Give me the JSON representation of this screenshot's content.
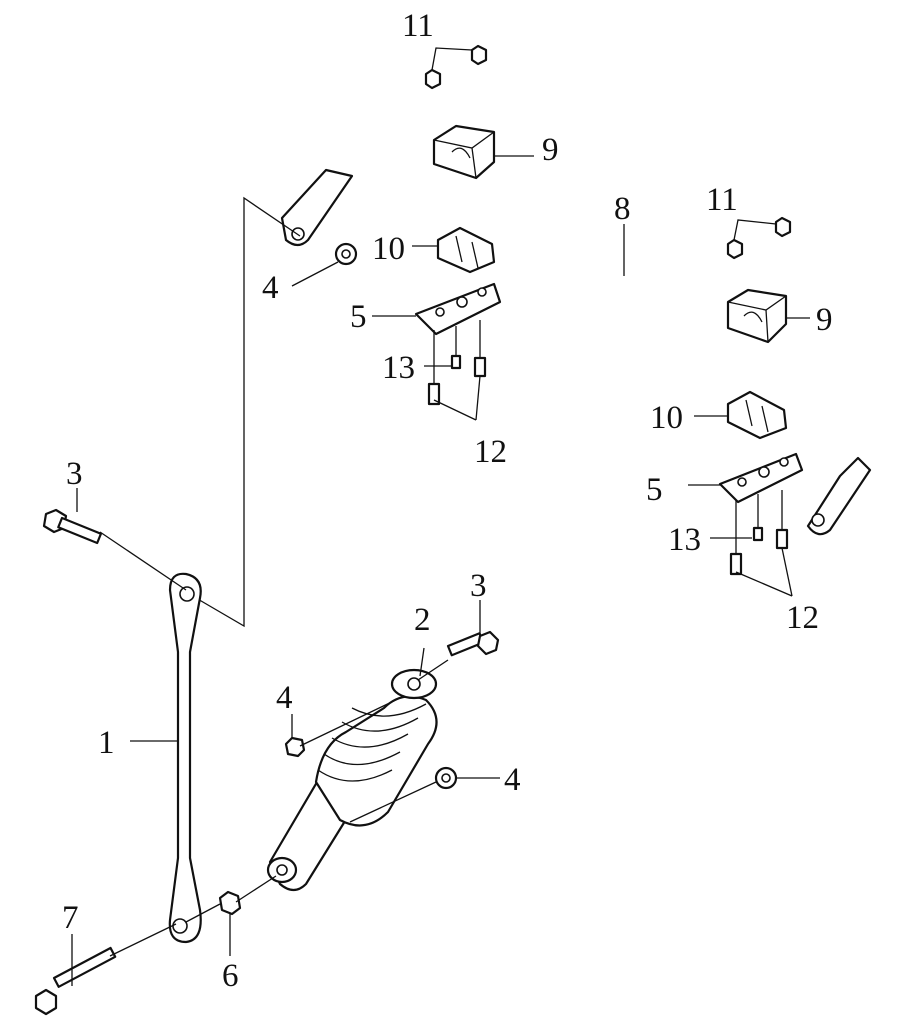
{
  "diagram": {
    "callouts": {
      "c1": "1",
      "c2": "2",
      "c3a": "3",
      "c3b": "3",
      "c4a": "4",
      "c4b": "4",
      "c4c": "4",
      "c5a": "5",
      "c5b": "5",
      "c6": "6",
      "c7": "7",
      "c8": "8",
      "c9a": "9",
      "c9b": "9",
      "c10a": "10",
      "c10b": "10",
      "c11a": "11",
      "c11b": "11",
      "c12a": "12",
      "c12b": "12",
      "c13a": "13",
      "c13b": "13"
    }
  }
}
